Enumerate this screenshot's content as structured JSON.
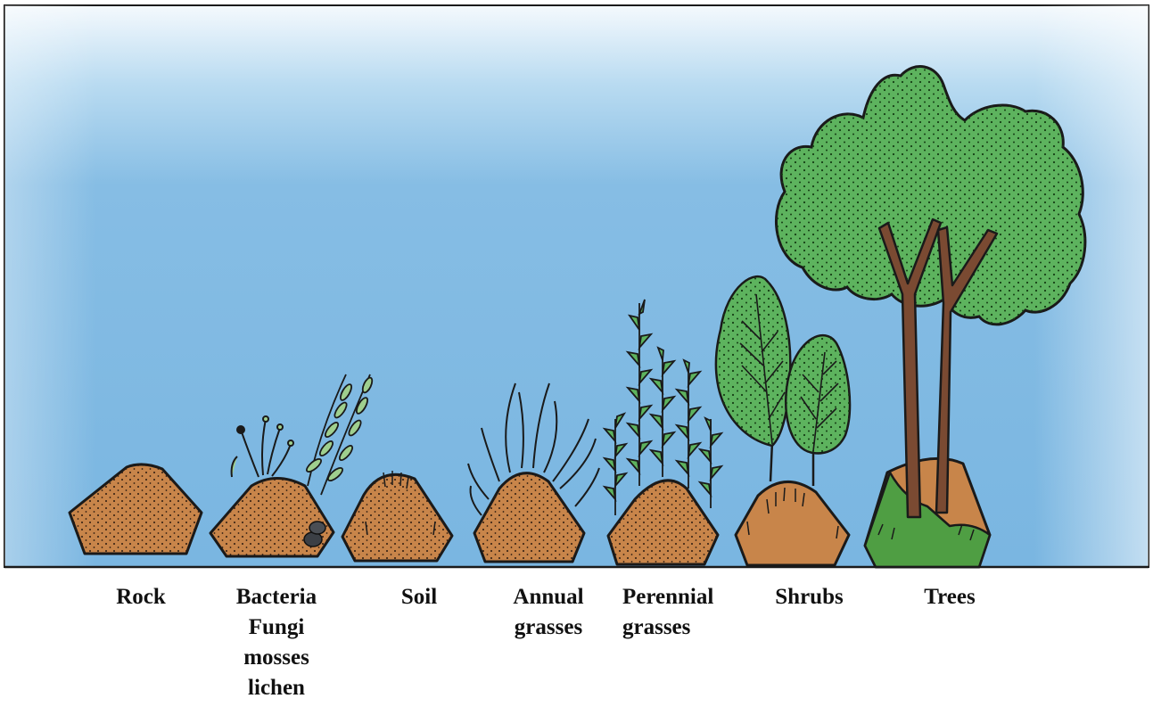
{
  "colors": {
    "sky_top": "#f3f8fc",
    "sky_mid": "#9ccbea",
    "sky_main": "#7fb9e2",
    "mound": "#c8854a",
    "leaf": "#5db35e",
    "grass_base": "#4f9e43",
    "trunk": "#7a4a32",
    "outline": "#1a1a1a"
  },
  "stages": [
    {
      "lines": [
        "Rock"
      ]
    },
    {
      "lines": [
        "Bacteria",
        "Fungi",
        "mosses",
        "lichen"
      ]
    },
    {
      "lines": [
        "Soil"
      ]
    },
    {
      "lines": [
        "Annual",
        "grasses"
      ]
    },
    {
      "lines": [
        "Perennial",
        "grasses"
      ]
    },
    {
      "lines": [
        "Shrubs"
      ]
    },
    {
      "lines": [
        "Trees"
      ]
    }
  ]
}
